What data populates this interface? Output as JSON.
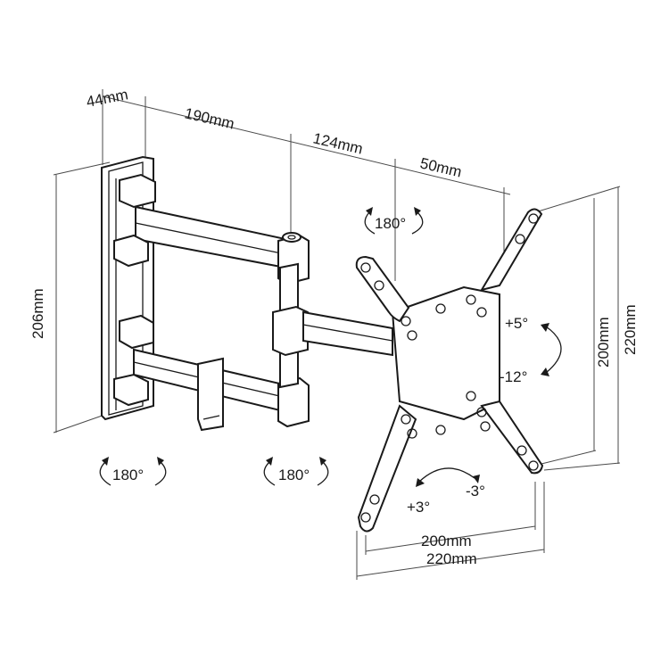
{
  "dimensions": {
    "depth_plate": "44mm",
    "arm_first": "190mm",
    "arm_second": "124mm",
    "arm_third": "50mm",
    "wall_plate_height": "206mm",
    "vesa_vertical_inner": "200mm",
    "vesa_vertical_outer": "220mm",
    "vesa_horizontal_inner": "200mm",
    "vesa_horizontal_outer": "220mm"
  },
  "rotations": {
    "top_swivel": "180°",
    "wall_swivel": "180°",
    "arm_swivel": "180°"
  },
  "tilt": {
    "up": "+5°",
    "down": "-12°"
  },
  "level": {
    "plus": "+3°",
    "minus": "-3°"
  }
}
